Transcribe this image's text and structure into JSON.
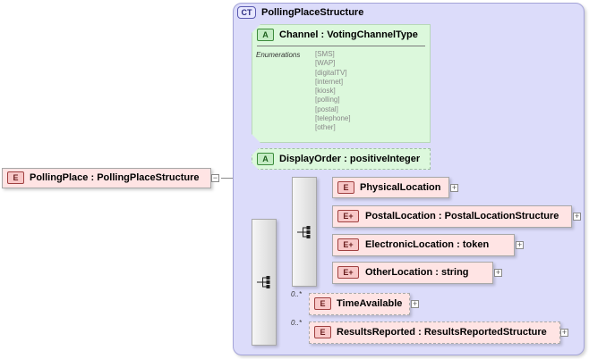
{
  "root": {
    "badge": "E",
    "name": "PollingPlace",
    "sep": ":",
    "type": "PollingPlaceStructure",
    "expander": "−"
  },
  "complex_type": {
    "badge": "CT",
    "name": "PollingPlaceStructure"
  },
  "attributes": [
    {
      "badge": "A",
      "name": "Channel",
      "sep": ":",
      "type": "VotingChannelType",
      "enum_heading": "Enumerations",
      "enumerations": [
        "[SMS]",
        "[WAP]",
        "[digitalTV]",
        "[internet]",
        "[kiosk]",
        "[polling]",
        "[postal]",
        "[telephone]",
        "[other]"
      ]
    },
    {
      "badge": "A",
      "name": "DisplayOrder",
      "sep": ":",
      "type": "positiveInteger"
    }
  ],
  "choice_elements": [
    {
      "badge": "E",
      "name": "PhysicalLocation",
      "sep": "",
      "type": "",
      "expander": "+"
    },
    {
      "badge": "E",
      "badge_plus": "+",
      "name": "PostalLocation",
      "sep": ":",
      "type": "PostalLocationStructure",
      "expander": "+"
    },
    {
      "badge": "E",
      "badge_plus": "+",
      "name": "ElectronicLocation",
      "sep": ":",
      "type": "token",
      "expander": "+"
    },
    {
      "badge": "E",
      "badge_plus": "+",
      "name": "OtherLocation",
      "sep": ":",
      "type": "string",
      "expander": "+"
    }
  ],
  "sequence_elements": [
    {
      "badge": "E",
      "name": "TimeAvailable",
      "sep": "",
      "type": "",
      "cardinality": "0..*",
      "expander": "+"
    },
    {
      "badge": "E",
      "name": "ResultsReported",
      "sep": ":",
      "type": "ResultsReportedStructure",
      "cardinality": "0..*",
      "expander": "+"
    }
  ]
}
